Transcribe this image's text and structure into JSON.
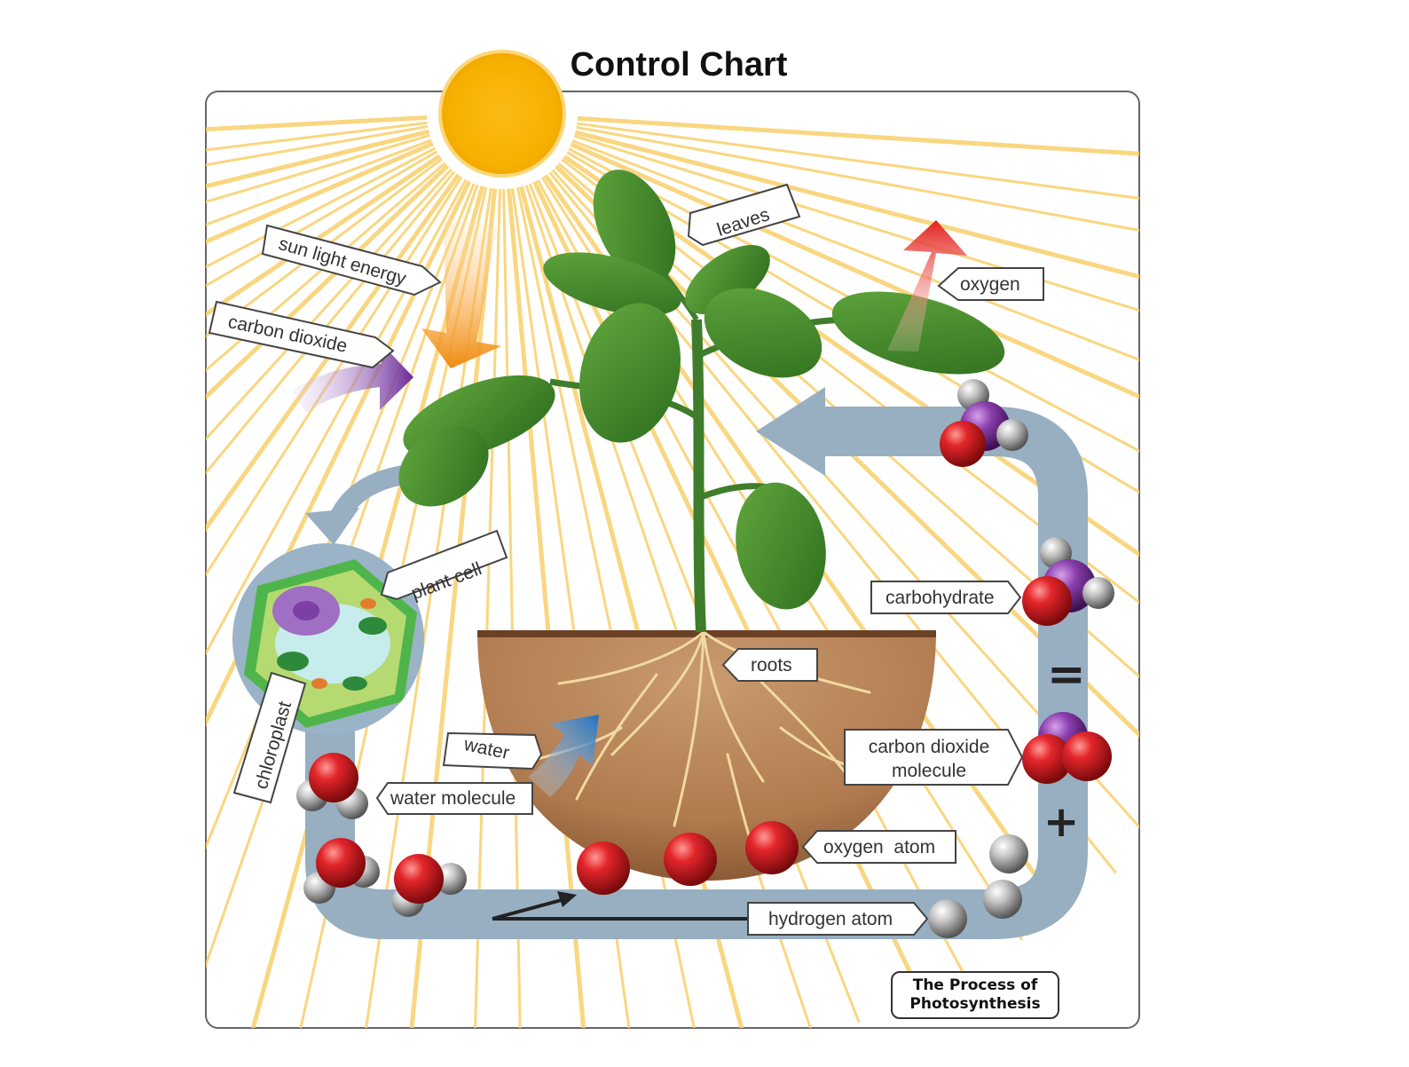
{
  "title": "Control Chart",
  "labels": {
    "sunlight": "sun light energy",
    "co2": "carbon dioxide",
    "leaves": "leaves",
    "oxygen": "oxygen",
    "plant_cell": "plant cell",
    "chloroplast": "chloroplast",
    "carbohydrate": "carbohydrate",
    "roots": "roots",
    "co2_molecule": "carbon dioxide molecule",
    "water": "water",
    "water_molecule": "water molecule",
    "oxygen_atom": "oxygen  atom",
    "hydrogen_atom": "hydrogen atom"
  },
  "symbols": {
    "equals": "=",
    "plus": "+"
  },
  "caption": {
    "line1": "The Process of",
    "line2": "Photosynthesis"
  },
  "colors": {
    "sun": "#f7b614",
    "sun_rays": "#f8cf6a",
    "cycle_arrow": "#97afc1",
    "sunlight_arrow": "#f19a1a",
    "co2_arrow": "#7b3aa3",
    "oxygen_arrow": "#e53a2c",
    "water_arrow": "#2f7ec6",
    "oxygen_atom": "#d9262a",
    "hydrogen_atom": "#b9b9b9",
    "carbon_atom": "#8a3ea8",
    "leaf": "#3d8a2a",
    "soil": "#b7835a"
  }
}
